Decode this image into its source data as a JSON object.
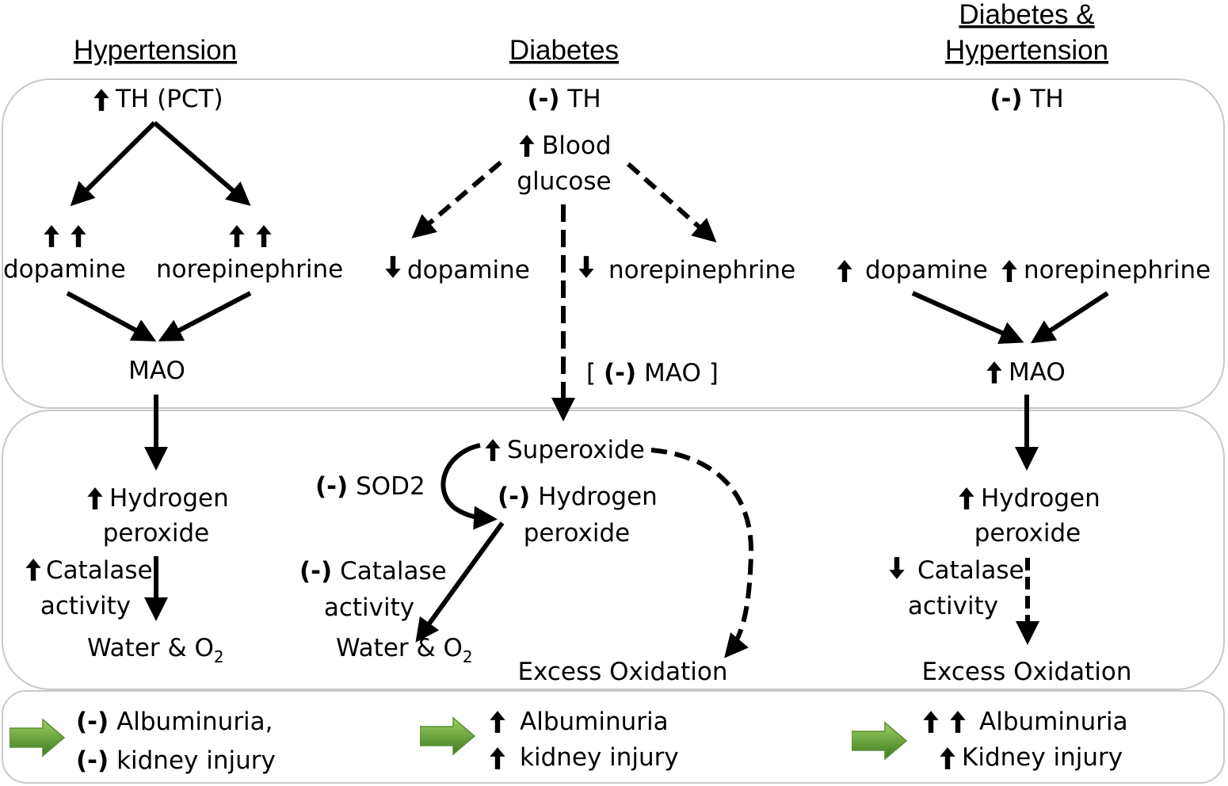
{
  "columns": {
    "hypertension": {
      "header": "Hypertension",
      "th": "TH (PCT)",
      "dopamine": "dopamine",
      "norepinephrine": "norepinephrine",
      "mao": "MAO",
      "h2o2_line1": "Hydrogen",
      "h2o2_line2": "peroxide",
      "catalase_line1": "Catalase",
      "catalase_line2": "activity",
      "water": "Water & O",
      "water_sub": "2",
      "outcome_line1_prefix": "(-)",
      "outcome_line1": "Albuminuria,",
      "outcome_line2_prefix": "(-)",
      "outcome_line2": "kidney injury"
    },
    "diabetes": {
      "header": "Diabetes",
      "th_prefix": "(-)",
      "th": "TH",
      "glucose_line1": "Blood",
      "glucose_line2": "glucose",
      "dopamine": "dopamine",
      "norepinephrine": "norepinephrine",
      "mao_open": "[",
      "mao_prefix": "(-)",
      "mao": "MAO ]",
      "superoxide": "Superoxide",
      "sod2_prefix": "(-)",
      "sod2": "SOD2",
      "h2o2_prefix": "(-)",
      "h2o2_line1": "Hydrogen",
      "h2o2_line2": "peroxide",
      "catalase_prefix": "(-)",
      "catalase_line1": "Catalase",
      "catalase_line2": "activity",
      "water": "Water  & O",
      "water_sub": "2",
      "excess": "Excess Oxidation",
      "outcome_line1": "Albuminuria",
      "outcome_line2": "kidney injury"
    },
    "combined": {
      "header_line1": "Diabetes &",
      "header_line2": "Hypertension",
      "th_prefix": "(-)",
      "th": "TH",
      "dopamine": "dopamine",
      "norepinephrine": "norepinephrine",
      "mao": "MAO",
      "h2o2_line1": "Hydrogen",
      "h2o2_line2": "peroxide",
      "catalase_line1": "Catalase",
      "catalase_line2": "activity",
      "excess": "Excess Oxidation",
      "outcome_line1": "Albuminuria",
      "outcome_line2": "Kidney injury"
    }
  },
  "colors": {
    "panel_border": "#c8c8c8",
    "arrow": "#000000",
    "outcome_arrow_top": "#8cc152",
    "outcome_arrow_bottom": "#3f7a24"
  },
  "icons": {
    "increase": "up-arrow-icon",
    "decrease": "down-arrow-icon",
    "outcome": "green-block-arrow-icon"
  }
}
